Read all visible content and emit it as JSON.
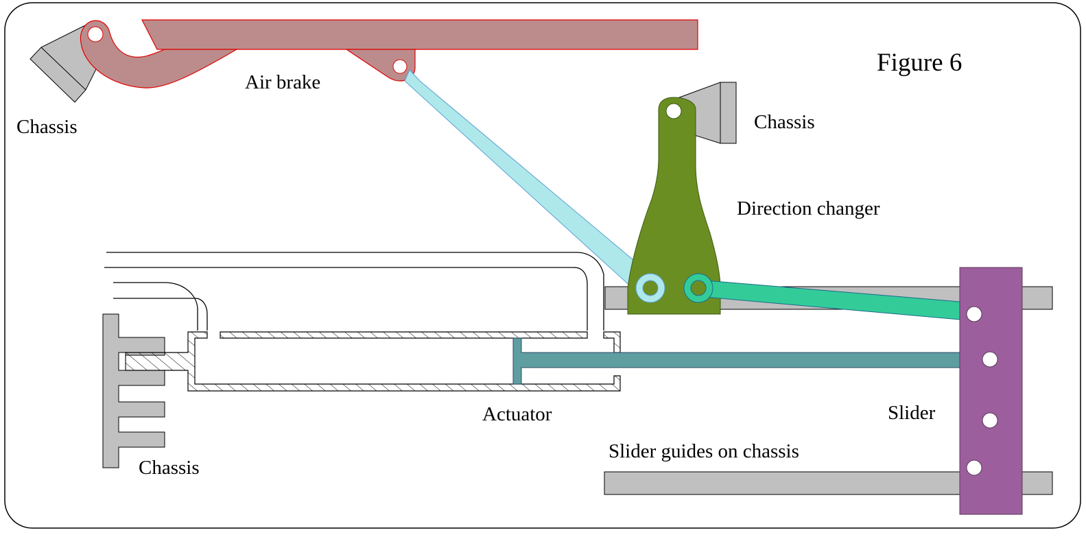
{
  "figure": {
    "title": "Figure 6",
    "labels": {
      "air_brake": "Air brake",
      "chassis_top_left": "Chassis",
      "chassis_top_right": "Chassis",
      "direction_changer": "Direction changer",
      "actuator": "Actuator",
      "chassis_bottom_left": "Chassis",
      "slider": "Slider",
      "slider_guides": "Slider guides on chassis"
    },
    "colors": {
      "air_brake_fill": "#bc8c8c",
      "air_brake_stroke": "#e00000",
      "chassis_fill": "#c0c0c0",
      "link_rod_fill": "#aee8ea",
      "link_rod_stroke": "#5a9fd6",
      "direction_changer_fill": "#6b8e23",
      "green_link_fill": "#33cc99",
      "actuator_rod_fill": "#5f9ea0",
      "slider_fill": "#9c5e9c",
      "slider_stroke": "#5a3a5a"
    }
  }
}
